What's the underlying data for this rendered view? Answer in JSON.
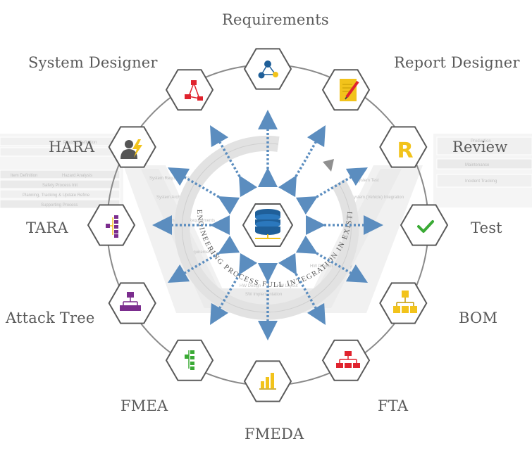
{
  "hub": {
    "icon": "database-icon",
    "ring_text": "ENGINEERING PROCESS FULL INTEGRATION IN EXISTING IT LANDSCAPE"
  },
  "colors": {
    "ring": "#8a8a8a",
    "hex_border": "#5a5a5a",
    "arrow": "#5b8dbf",
    "label": "#5a5a5a",
    "red": "#e0232e",
    "blue": "#1f5f99",
    "yellow": "#f2c31b",
    "purple": "#7b2d8e",
    "green": "#3aaa35"
  },
  "nodes": [
    {
      "label": "Requirements",
      "icon": "network-nodes-icon"
    },
    {
      "label": "Report Designer",
      "icon": "report-pen-icon"
    },
    {
      "label": "Review",
      "icon": "review-r-icon"
    },
    {
      "label": "Test",
      "icon": "checkmark-icon"
    },
    {
      "label": "BOM",
      "icon": "cube-hierarchy-icon"
    },
    {
      "label": "FTA",
      "icon": "fault-tree-icon"
    },
    {
      "label": "FMEDA",
      "icon": "bar-chart-icon"
    },
    {
      "label": "FMEA",
      "icon": "fmea-tree-icon"
    },
    {
      "label": "Attack Tree",
      "icon": "attack-tree-icon"
    },
    {
      "label": "TARA",
      "icon": "tara-tree-icon"
    },
    {
      "label": "HARA",
      "icon": "hazard-person-icon"
    },
    {
      "label": "System Designer",
      "icon": "system-graph-icon"
    }
  ],
  "background": {
    "left_rows": [
      "Product Definition",
      "Item Definition",
      "Hazard Analysis",
      "Safety Process Init",
      "Planning, Tracking & Update Refine",
      "Supporting Process"
    ],
    "right_rows": [
      "Production",
      "Maintenance",
      "Incident Tracking"
    ],
    "v_model": [
      "System Requirements",
      "System Architecture",
      "Component Requirements",
      "HW Requirements",
      "HW Design",
      "HW Layout",
      "SW Implementation",
      "System Test",
      "System (Vehicle) Integration",
      "HW Product Assembly"
    ]
  }
}
